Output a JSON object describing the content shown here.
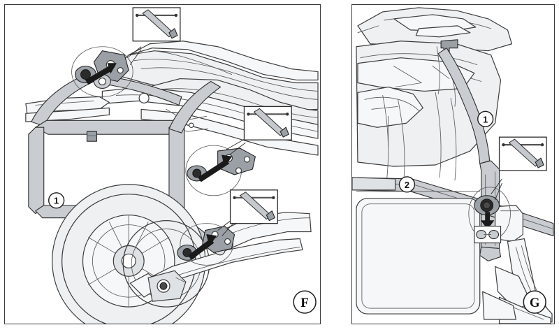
{
  "figure": {
    "title": "Motorcycle pannier rack installation - steps F and G",
    "background_color": "#ffffff",
    "line_color": "#3c3c3c",
    "fill_light": "#eef0f2",
    "metal_color": "#c9cdd1"
  },
  "panels": [
    {
      "id": "panel-f",
      "label": "F",
      "view": "left side view of motorcycle rear with pannier frame fitted",
      "markers": [
        {
          "id": "f-marker-1",
          "text": "1",
          "meaning": "side case rack frame"
        }
      ],
      "insets": [
        {
          "id": "f-inset-top",
          "icon": "bolt-icon",
          "caption": ""
        },
        {
          "id": "f-inset-middle",
          "icon": "bolt-icon",
          "caption": ""
        },
        {
          "id": "f-inset-bottom",
          "icon": "bolt-icon",
          "caption": ""
        }
      ],
      "callout_count": 3
    },
    {
      "id": "panel-g",
      "label": "G",
      "view": "rear three-quarter view showing rack and cross brace",
      "markers": [
        {
          "id": "g-marker-1",
          "text": "1",
          "meaning": "side case rack frame"
        },
        {
          "id": "g-marker-2",
          "text": "2",
          "meaning": "cross brace bar"
        }
      ],
      "insets": [
        {
          "id": "g-inset-right",
          "icon": "bolt-icon",
          "caption": ""
        }
      ],
      "callout_count": 1
    }
  ]
}
